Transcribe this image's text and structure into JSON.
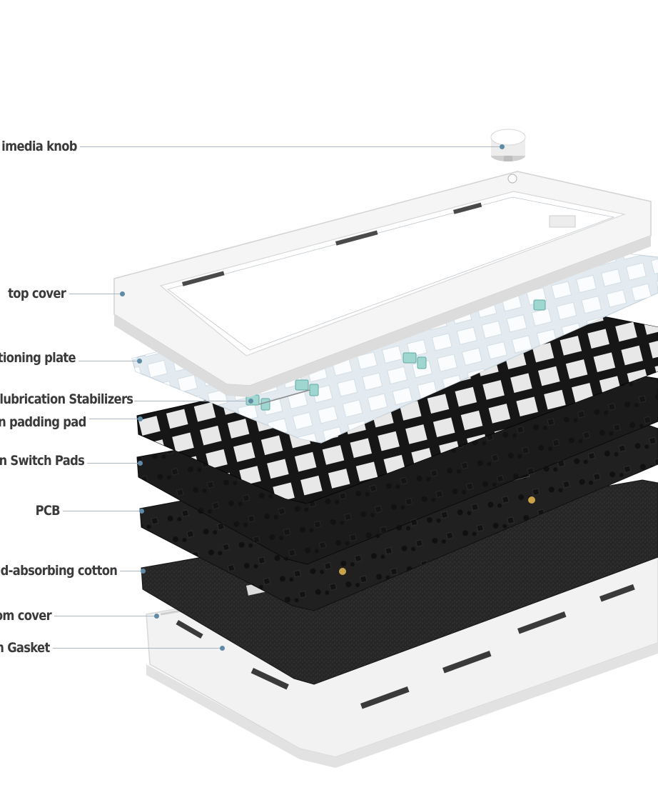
{
  "diagram": {
    "colors": {
      "label_text": "#3a3a3a",
      "leader_line": "#aab7c2",
      "leader_dot": "#5f8aa8",
      "case_white": "#f4f4f4",
      "plate_frost": "#e4ecf2",
      "pad_black": "#1c1c1c",
      "pcb_black": "#222222",
      "cotton_black": "#2a2a2a",
      "stabilizer_teal": "#9fd6d0"
    },
    "callouts": [
      {
        "id": "multimedia-knob",
        "label": "imedia knob"
      },
      {
        "id": "top-cover",
        "label": "top cover"
      },
      {
        "id": "positioning-plate",
        "label": "tioning plate"
      },
      {
        "id": "stabilizers",
        "label": "lubrication Stabilizers"
      },
      {
        "id": "padding-pad",
        "label": "n padding pad"
      },
      {
        "id": "switch-pads",
        "label": "n Switch Pads"
      },
      {
        "id": "pcb",
        "label": "PCB"
      },
      {
        "id": "sound-cotton",
        "label": "ad-absorbing cotton"
      },
      {
        "id": "bottom-cover",
        "label": "om cover"
      },
      {
        "id": "gasket",
        "label": "n Gasket"
      }
    ]
  }
}
